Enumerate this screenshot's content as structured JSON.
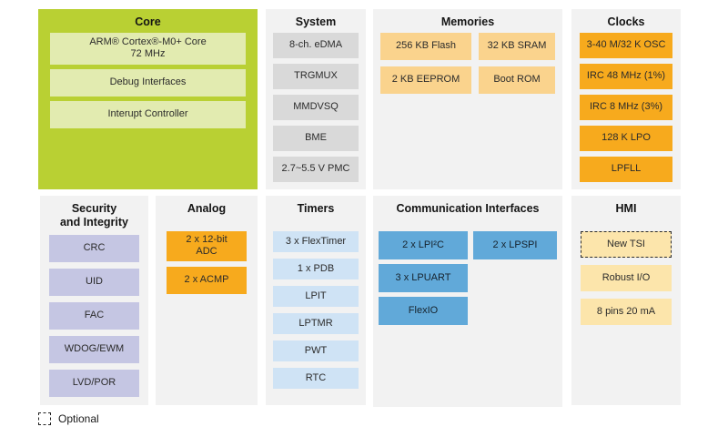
{
  "colors": {
    "core_green": "#b9d033",
    "core_block_green": "#e2ebb0",
    "system_gray": "#d9d9d9",
    "memories_tan": "#fad38d",
    "clocks_orange": "#f7aa1d",
    "security_lavender": "#c5c6e3",
    "timers_light_blue": "#cfe3f5",
    "comm_blue": "#61a9d9",
    "hmi_yellow": "#fce5ab",
    "panel_background": "#f2f2f2"
  },
  "panels": {
    "core": {
      "title": "Core",
      "blocks": [
        {
          "label": "ARM® Cortex®-M0+ Core",
          "label2": "72 MHz"
        },
        {
          "label": "Debug Interfaces"
        },
        {
          "label": "Interupt Controller"
        }
      ]
    },
    "system": {
      "title": "System",
      "blocks": [
        {
          "label": "8-ch. eDMA"
        },
        {
          "label": "TRGMUX"
        },
        {
          "label": "MMDVSQ"
        },
        {
          "label": "BME"
        },
        {
          "label": "2.7~5.5 V PMC"
        }
      ]
    },
    "memories": {
      "title": "Memories",
      "blocks": [
        {
          "label": "256 KB Flash"
        },
        {
          "label": "32 KB SRAM"
        },
        {
          "label": "2 KB EEPROM"
        },
        {
          "label": "Boot ROM"
        }
      ]
    },
    "clocks": {
      "title": "Clocks",
      "blocks": [
        {
          "label": "3-40 M/32 K OSC"
        },
        {
          "label": "IRC 48 MHz (1%)"
        },
        {
          "label": "IRC 8 MHz (3%)"
        },
        {
          "label": "128 K LPO"
        },
        {
          "label": "LPFLL"
        }
      ]
    },
    "security": {
      "title": "Security",
      "title2": "and Integrity",
      "blocks": [
        {
          "label": "CRC"
        },
        {
          "label": "UID"
        },
        {
          "label": "FAC"
        },
        {
          "label": "WDOG/EWM"
        },
        {
          "label": "LVD/POR"
        }
      ]
    },
    "analog": {
      "title": "Analog",
      "blocks": [
        {
          "label": "2 x 12-bit",
          "label2": "ADC"
        },
        {
          "label": "2 x ACMP"
        }
      ]
    },
    "timers": {
      "title": "Timers",
      "blocks": [
        {
          "label": "3 x FlexTimer"
        },
        {
          "label": "1 x PDB"
        },
        {
          "label": "LPIT"
        },
        {
          "label": "LPTMR"
        },
        {
          "label": "PWT"
        },
        {
          "label": "RTC"
        }
      ]
    },
    "comm": {
      "title": "Communication Interfaces",
      "blocks": [
        {
          "label": "2 x LPI²C"
        },
        {
          "label": "2 x LPSPI"
        },
        {
          "label": "3 x LPUART"
        },
        {
          "label": "FlexIO"
        }
      ]
    },
    "hmi": {
      "title": "HMI",
      "blocks": [
        {
          "label": "New TSI",
          "optional": true
        },
        {
          "label": "Robust I/O"
        },
        {
          "label": "8 pins 20 mA"
        }
      ]
    }
  },
  "legend": {
    "optional_label": "Optional"
  }
}
